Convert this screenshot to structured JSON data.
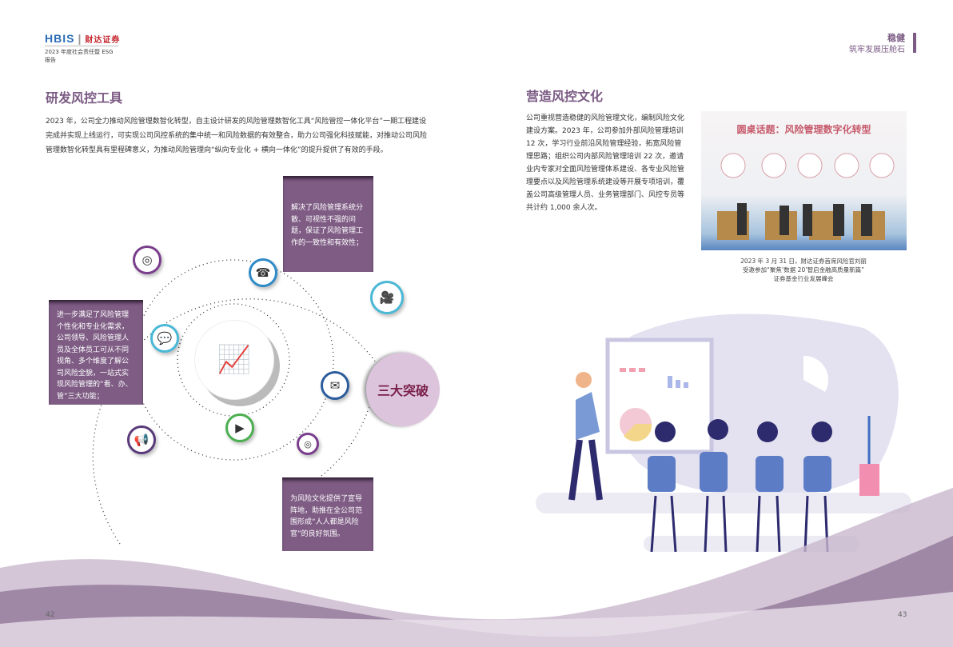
{
  "header": {
    "logo_hbis": "HBIS",
    "logo_caida": "财达证券",
    "report_title": "2023 年度社会责任暨 ESG 报告",
    "section": "稳健",
    "subsection": "筑牢发展压舱石"
  },
  "left": {
    "title": "研发风控工具",
    "paragraph": "2023 年，公司全力推动风险管理数智化转型，自主设计研发的风险管理数智化工具“风险管控一体化平台”一期工程建设完成并实现上线运行，可实现公司风控系统的集中统一和风险数据的有效整合，助力公司强化科技赋能，对推动公司风险管理数智化转型具有里程碑意义，为推动风险管理向“纵向专业化 + 横向一体化”的提升提供了有效的手段。",
    "diagram": {
      "center_label": "三大突破",
      "box_top": "解决了风险管理系统分散、可视性不强的问题，保证了风险管理工作的一致性和有效性；",
      "box_left": "进一步满足了风险管理个性化和专业化需求，公司领导、风险管理人员及全体员工可从不同视角、多个维度了解公司风险全貌，一站式实现风险管理的“看、办、管”三大功能；",
      "box_bottom": "为风险文化提供了宣导阵地，助推在全公司范围形成“人人都是风险官”的良好氛围。"
    },
    "page_number": "42"
  },
  "right": {
    "title": "营造风控文化",
    "paragraph": "公司重视营造稳健的风险管理文化，编制风险文化建设方案。2023 年，公司参加外部风险管理培训 12 次，学习行业前沿风险管理经验，拓宽风险管理思路；组织公司内部风险管理培训 22 次，邀请业内专家对全面风险管理体系建设、各专业风险管理要点以及风险管理系统建设等开展专项培训，覆盖公司高级管理人员、业务管理部门、风控专员等共计约 1,000 余人次。",
    "photo_title": "圆桌话题：风险管理数字化转型",
    "caption": [
      "2023 年 3 月 31 日，财达证券首席风险官刘丽",
      "受邀参加“聚焦‘数据 20’智启金融高质量新篇”",
      "证券基金行业发展峰会"
    ],
    "page_number": "43"
  },
  "colors": {
    "accent": "#7b5b84",
    "box": "#7e5c84",
    "badge": "#dcc5dc"
  }
}
